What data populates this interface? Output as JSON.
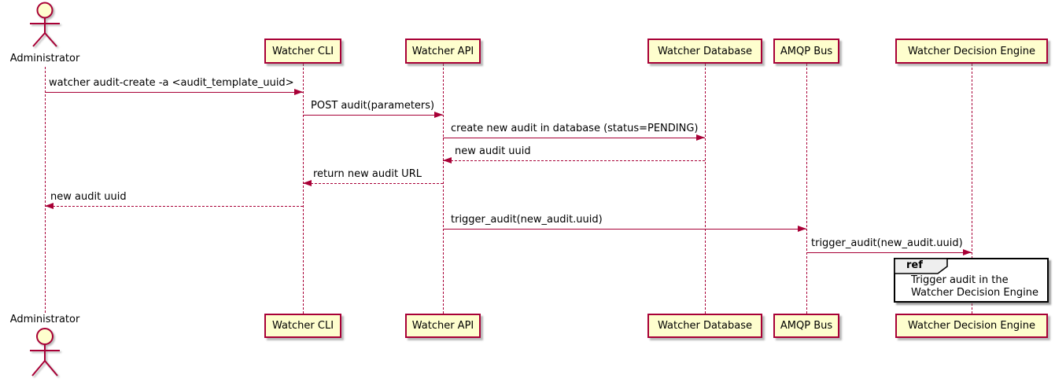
{
  "colors": {
    "participant_fill": "#FEFECE",
    "stroke": "#A80036",
    "text": "#000000",
    "ref_border": "#000000",
    "ref_fill": "#FFFFFF",
    "ref_tab_fill": "#EEEEEE"
  },
  "diagram": {
    "type": "sequence",
    "participants": [
      {
        "name": "Administrator",
        "kind": "actor"
      },
      {
        "name": "Watcher CLI",
        "kind": "participant"
      },
      {
        "name": "Watcher API",
        "kind": "participant"
      },
      {
        "name": "Watcher Database",
        "kind": "participant"
      },
      {
        "name": "AMQP Bus",
        "kind": "participant"
      },
      {
        "name": "Watcher Decision Engine",
        "kind": "participant"
      }
    ],
    "messages": [
      {
        "from": "Administrator",
        "to": "Watcher CLI",
        "label": "watcher audit-create -a <audit_template_uuid>",
        "line": "solid"
      },
      {
        "from": "Watcher CLI",
        "to": "Watcher API",
        "label": "POST audit(parameters)",
        "line": "solid"
      },
      {
        "from": "Watcher API",
        "to": "Watcher Database",
        "label": "create new audit in database (status=PENDING)",
        "line": "solid"
      },
      {
        "from": "Watcher Database",
        "to": "Watcher API",
        "label": "new audit uuid",
        "line": "dashed"
      },
      {
        "from": "Watcher API",
        "to": "Watcher CLI",
        "label": "return new audit URL",
        "line": "dashed"
      },
      {
        "from": "Watcher CLI",
        "to": "Administrator",
        "label": "new audit uuid",
        "line": "dashed"
      },
      {
        "from": "Watcher API",
        "to": "AMQP Bus",
        "label": "trigger_audit(new_audit.uuid)",
        "line": "solid"
      },
      {
        "from": "AMQP Bus",
        "to": "Watcher Decision Engine",
        "label": "trigger_audit(new_audit.uuid)",
        "line": "solid"
      }
    ],
    "ref_fragment": {
      "keyword": "ref",
      "over": "Watcher Decision Engine",
      "line1": "Trigger audit in the",
      "line2": "Watcher Decision Engine"
    }
  }
}
